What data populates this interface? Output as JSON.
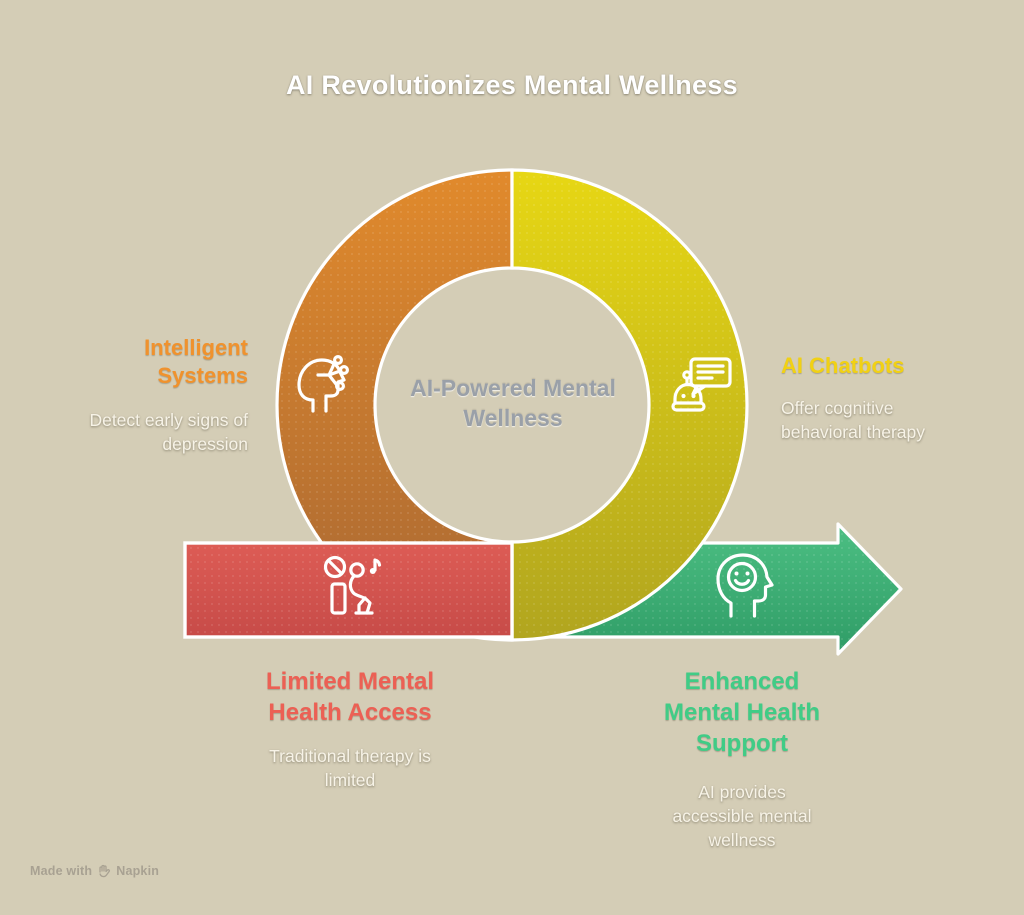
{
  "title": "AI Revolutionizes Mental Wellness",
  "center": {
    "label": "AI-Powered Mental\nWellness"
  },
  "nodes": [
    {
      "id": "intelligent-systems",
      "heading": "Intelligent\nSystems",
      "body": "Detect early signs of\ndepression",
      "heading_color": "#f0922d",
      "icon": "head-circuit-icon"
    },
    {
      "id": "ai-chatbots",
      "heading": "AI Chatbots",
      "body": "Offer cognitive\nbehavioral therapy",
      "heading_color": "#f1d114",
      "icon": "chatbot-speech-icon"
    },
    {
      "id": "limited-mental-health-access",
      "heading": "Limited Mental\nHealth Access",
      "body": "Traditional therapy is\nlimited",
      "heading_color": "#ec6054",
      "icon": "no-music-person-icon"
    },
    {
      "id": "enhanced-mental-health-support",
      "heading": "Enhanced\nMental Health\nSupport",
      "body": "AI provides\naccessible mental\nwellness",
      "heading_color": "#40cc86",
      "icon": "smiley-head-icon"
    }
  ],
  "footer": {
    "made_with": "Made with",
    "brand": "Napkin"
  },
  "colors": {
    "background": "#d4cdb6",
    "orange_top": "#e18a2c",
    "orange_bottom": "#a96833",
    "yellow_top": "#e7d714",
    "yellow_bottom": "#b1a51f",
    "red_top": "#dd5c55",
    "red_bottom": "#c74b48",
    "green_top": "#4cbf83",
    "green_bottom": "#2f9c66",
    "body_text": "#f7f3e7",
    "center_text": "#9aa0a8",
    "title_text": "#ffffff",
    "footer_text": "#a8a192",
    "shape_outline": "#ffffff"
  }
}
